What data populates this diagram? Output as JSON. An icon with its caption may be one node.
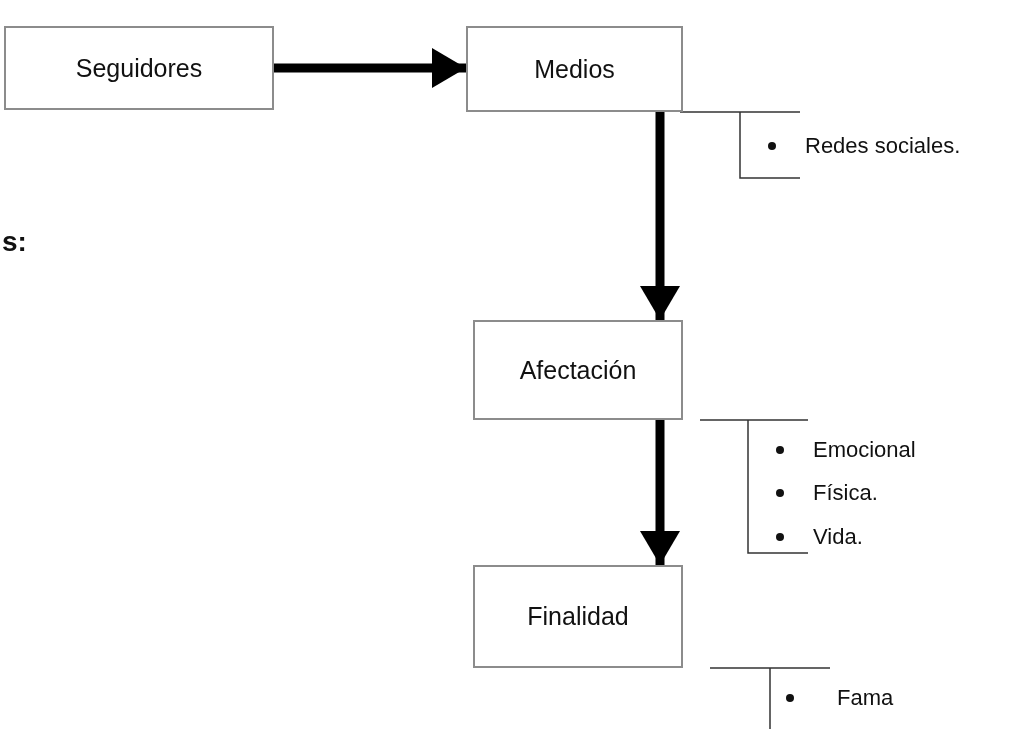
{
  "diagram": {
    "nodes": [
      {
        "text": [
          "Seguidores"
        ]
      },
      {
        "text": [
          "Medios"
        ]
      },
      {
        "text": [
          "Redes sociales."
        ]
      },
      {
        "text": [
          "Afectación"
        ]
      },
      {
        "text": [
          "Emocional",
          "Física.",
          "Vida."
        ]
      },
      {
        "text": [
          "Finalidad"
        ]
      },
      {
        "text": [
          "Fama"
        ]
      }
    ],
    "edges": [
      {
        "from": 0,
        "to": 1,
        "arrow": "to",
        "style": "thick"
      },
      {
        "from": 1,
        "to": 3,
        "arrow": "to",
        "style": "thick"
      },
      {
        "from": 3,
        "to": 5,
        "arrow": "to",
        "style": "thick"
      },
      {
        "from": 1,
        "to": 2,
        "arrow": "none"
      },
      {
        "from": 3,
        "to": 4,
        "arrow": "none"
      },
      {
        "from": 5,
        "to": 6,
        "arrow": "none"
      }
    ],
    "labels": [
      "s:"
    ]
  }
}
